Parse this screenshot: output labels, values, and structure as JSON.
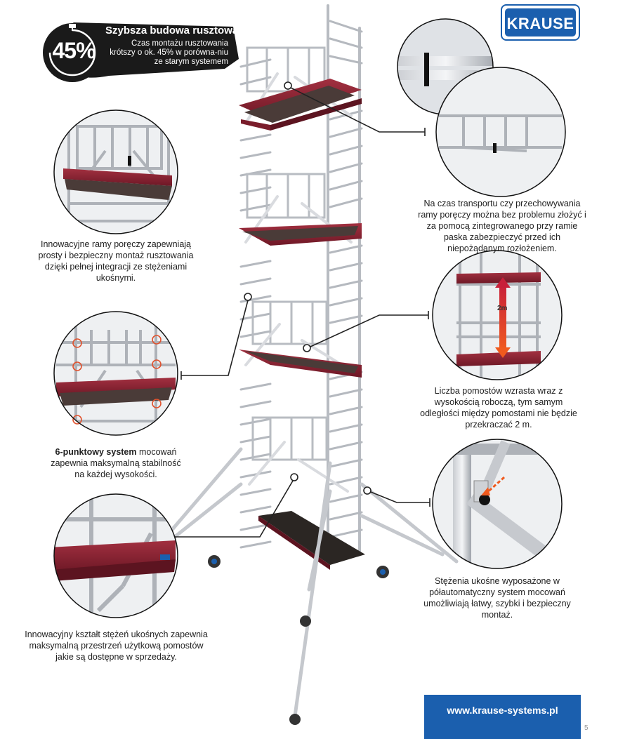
{
  "badge": {
    "percent": "45%",
    "title": "Szybsza budowa rusztowania",
    "text": "Czas montażu rusztowania krótszy o ok. 45% w porówna-niu ze starym systemem"
  },
  "logo": {
    "text": "KRAUSE"
  },
  "captions": {
    "rails": "Innowacyjne ramy poręczy zapewniają prosty i bezpieczny montaż rusztowania dzięki pełnej integracji ze stężeniami ukośnymi.",
    "six_point_bold": "6-punktowy system",
    "six_point_rest": " mocowań zapewnia maksymalną stabilność na każdej wysokości.",
    "braces_shape": "Innowacyjny kształt stężeń ukośnych zapewnia maksymalną przestrzeń użytkową pomostów jakie są dostępne w sprzedaży.",
    "transport": "Na czas transportu czy przechowywania ramy poręczy można bez problemu złożyć i za pomocą zintegrowanego przy ramie paska zabezpieczyć przed ich niepożądanym rozłożeniem.",
    "platforms": "Liczba pomostów wzrasta wraz z wysokością roboczą, tym samym odległości między pomostami nie będzie przekraczać 2 m.",
    "semi_auto": "Stężenia ukośne wyposażone w półautomatyczny system mocowań umożliwiają łatwy, szybki i bezpieczny montaż."
  },
  "detail_label": "2m",
  "footer": {
    "url": "www.krause-systems.pl",
    "page": "5"
  },
  "colors": {
    "brand_blue": "#1b5fae",
    "platform_red": "#8e2233",
    "badge_black": "#1a1a1a"
  }
}
